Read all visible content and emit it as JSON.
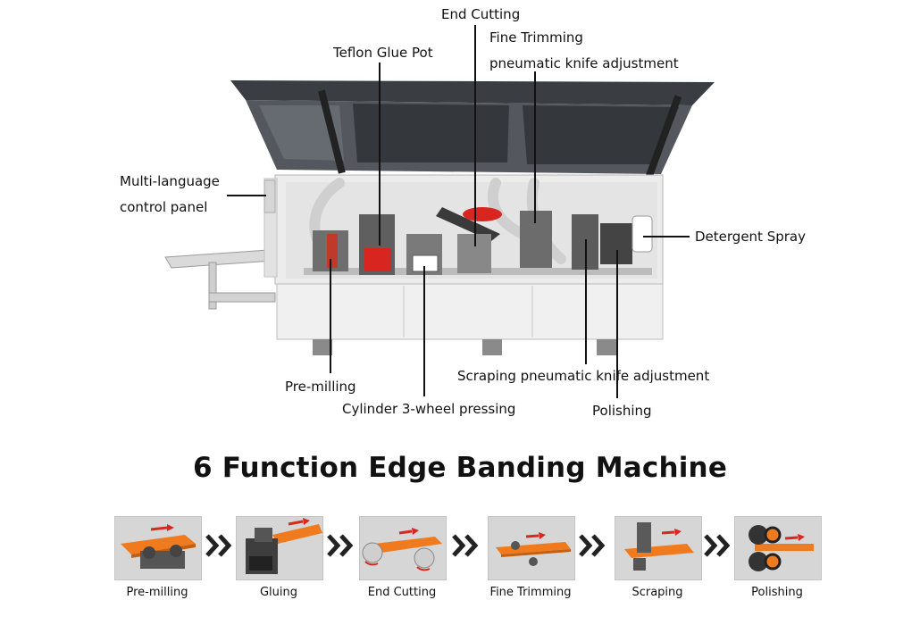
{
  "title": "6 Function Edge Banding Machine",
  "callouts": {
    "end_cutting": "End Cutting",
    "fine_trimming": "Fine Trimming",
    "pneumatic_knife": "pneumatic knife adjustment",
    "teflon_glue_pot": "Teflon Glue Pot",
    "control_panel_line1": "Multi-language",
    "control_panel_line2": "control panel",
    "detergent_spray": "Detergent Spray",
    "pre_milling": "Pre-milling",
    "cylinder_pressing": "Cylinder 3-wheel pressing",
    "scraping_knife": "Scraping pneumatic knife adjustment",
    "polishing": "Polishing"
  },
  "steps": [
    {
      "label": "Pre-milling",
      "icon": "pre-milling-icon"
    },
    {
      "label": "Gluing",
      "icon": "gluing-icon"
    },
    {
      "label": "End Cutting",
      "icon": "end-cutting-icon"
    },
    {
      "label": "Fine Trimming",
      "icon": "fine-trimming-icon"
    },
    {
      "label": "Scraping",
      "icon": "scraping-icon"
    },
    {
      "label": "Polishing",
      "icon": "polishing-icon"
    }
  ],
  "colors": {
    "board_orange": "#f07a1e",
    "arrow_red": "#d9281e",
    "chevron": "#222222",
    "machine_body": "#e9e9e9",
    "glue_pot_red": "#d8251f"
  }
}
